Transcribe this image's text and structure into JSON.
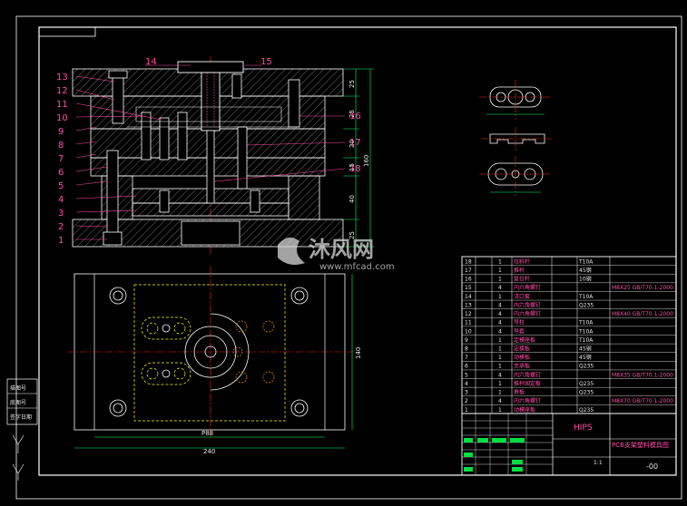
{
  "part_numbers": [
    "1",
    "2",
    "3",
    "4",
    "5",
    "6",
    "7",
    "8",
    "9",
    "10",
    "11",
    "12",
    "13",
    "14",
    "15",
    "16",
    "17",
    "18"
  ],
  "section_dims": {
    "d25_top": "25",
    "d25_mid": "25",
    "d20": "20",
    "d15": "15",
    "d40": "40",
    "d25_bot": "25",
    "d160": "160"
  },
  "plan_dims": {
    "inner_width": "P88",
    "outer_width": "240",
    "height": "140"
  },
  "bom_rows": [
    {
      "no": "18",
      "qty": "1",
      "name": "拉料杆",
      "material": "T10A",
      "note": ""
    },
    {
      "no": "17",
      "qty": "1",
      "name": "推杆",
      "material": "45钢",
      "note": ""
    },
    {
      "no": "16",
      "qty": "1",
      "name": "复位杆",
      "material": "10钢",
      "note": ""
    },
    {
      "no": "15",
      "qty": "4",
      "name": "内六角螺钉",
      "material": "",
      "note": "M8X25 GB/T70.1-2000"
    },
    {
      "no": "14",
      "qty": "1",
      "name": "浇口套",
      "material": "T10A",
      "note": ""
    },
    {
      "no": "13",
      "qty": "4",
      "name": "内六角螺钉",
      "material": "Q235",
      "note": ""
    },
    {
      "no": "12",
      "qty": "4",
      "name": "内六角螺钉",
      "material": "",
      "note": "M8X40 GB/T70.1-2000"
    },
    {
      "no": "11",
      "qty": "4",
      "name": "导柱",
      "material": "T10A",
      "note": ""
    },
    {
      "no": "10",
      "qty": "4",
      "name": "导套",
      "material": "T10A",
      "note": ""
    },
    {
      "no": "9",
      "qty": "1",
      "name": "定模座板",
      "material": "T10A",
      "note": ""
    },
    {
      "no": "8",
      "qty": "1",
      "name": "定模板",
      "material": "45钢",
      "note": ""
    },
    {
      "no": "7",
      "qty": "1",
      "name": "动模板",
      "material": "45钢",
      "note": ""
    },
    {
      "no": "6",
      "qty": "1",
      "name": "支承板",
      "material": "Q235",
      "note": ""
    },
    {
      "no": "5",
      "qty": "4",
      "name": "内六角螺钉",
      "material": "",
      "note": "M8X35 GB/T70.1-2000"
    },
    {
      "no": "4",
      "qty": "1",
      "name": "推杆固定板",
      "material": "Q235",
      "note": ""
    },
    {
      "no": "3",
      "qty": "1",
      "name": "推板",
      "material": "Q235",
      "note": ""
    },
    {
      "no": "2",
      "qty": "4",
      "name": "内六角螺钉",
      "material": "",
      "note": "M8X70 GB/T70.1-2000"
    },
    {
      "no": "1",
      "qty": "1",
      "name": "动模座板",
      "material": "Q235",
      "note": ""
    }
  ],
  "title_block": {
    "material": "HIPS",
    "drawing_name": "PCB支架塑料模具图",
    "drawing_number": "-00",
    "scale": "1:1"
  },
  "left_strip": [
    "描图号",
    "底图号",
    "签字日期"
  ],
  "watermark": {
    "brand": "沐风网",
    "url": "www.mfcad.com"
  }
}
